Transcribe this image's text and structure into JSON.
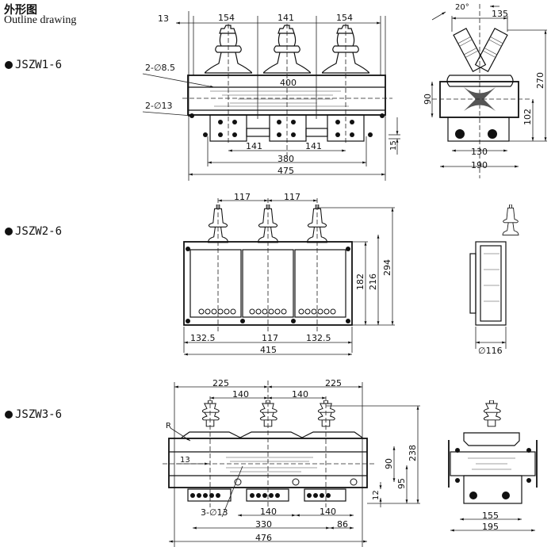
{
  "header": {
    "title_cn": "外形图",
    "title_en": "Outline drawing"
  },
  "models": [
    {
      "name": "JSZW1-6",
      "front_dims": {
        "d13": "13",
        "d154a": "154",
        "d141": "141",
        "d154b": "154",
        "hole1": "2-∅8.5",
        "hole2": "2-∅13",
        "d400": "400",
        "d141a": "141",
        "d141b": "141",
        "d380": "380",
        "d475": "475",
        "d15": "15"
      },
      "side_dims": {
        "angle": "20°",
        "d135": "135",
        "d270": "270",
        "d90": "90",
        "d102": "102",
        "d130": "130",
        "d190": "190"
      }
    },
    {
      "name": "JSZW2-6",
      "front_dims": {
        "d117a": "117",
        "d117b": "117",
        "d294": "294",
        "d216": "216",
        "d182": "182",
        "d1325a": "132.5",
        "d117c": "117",
        "d1325b": "132.5",
        "d415": "415"
      },
      "side_dims": {
        "dia": "∅116"
      }
    },
    {
      "name": "JSZW3-6",
      "front_dims": {
        "d225a": "225",
        "d225b": "225",
        "d140a": "140",
        "d140b": "140",
        "r": "R",
        "d13": "13",
        "holes": "3-∅13",
        "d140c": "140",
        "d140d": "140",
        "d330": "330",
        "d86": "86",
        "d476": "476",
        "d238": "238",
        "d90": "90",
        "d95": "95",
        "d12": "12"
      },
      "side_dims": {
        "d155": "155",
        "d195": "195"
      }
    }
  ]
}
